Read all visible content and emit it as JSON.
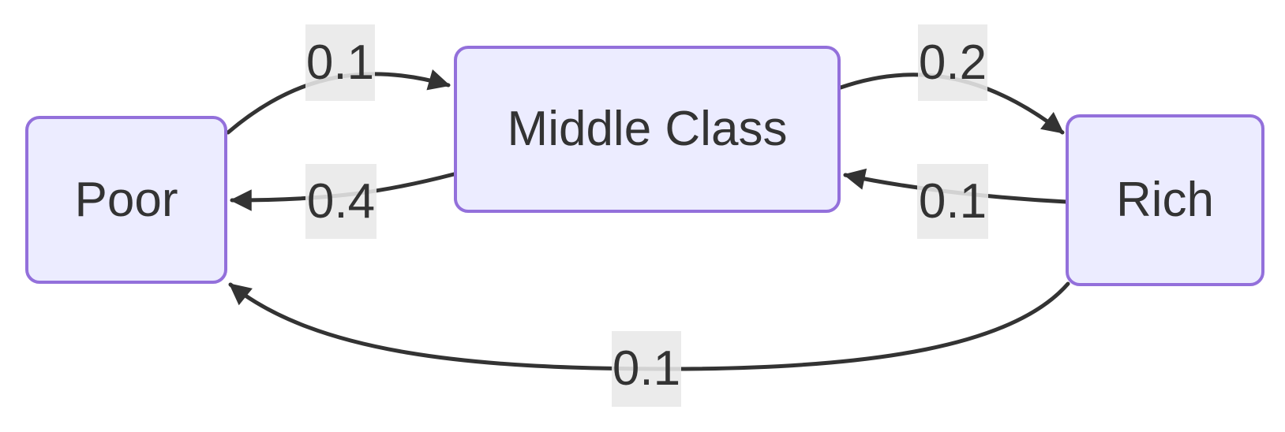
{
  "diagram": {
    "type": "state-transition-diagram",
    "background_color": "#ffffff",
    "node_fill_color": "#ECECFF",
    "node_border_color": "#9370DB",
    "text_color": "#333333",
    "edge_color": "#333333",
    "edge_label_background": "#e8e8e8",
    "nodes": [
      {
        "id": "poor",
        "label": "Poor"
      },
      {
        "id": "middle",
        "label": "Middle Class"
      },
      {
        "id": "rich",
        "label": "Rich"
      }
    ],
    "edges": [
      {
        "from": "Poor",
        "to": "Middle Class",
        "label": "0.1"
      },
      {
        "from": "Middle Class",
        "to": "Poor",
        "label": "0.4"
      },
      {
        "from": "Middle Class",
        "to": "Rich",
        "label": "0.2"
      },
      {
        "from": "Rich",
        "to": "Middle Class",
        "label": "0.1"
      },
      {
        "from": "Rich",
        "to": "Poor",
        "label": "0.1"
      }
    ]
  }
}
